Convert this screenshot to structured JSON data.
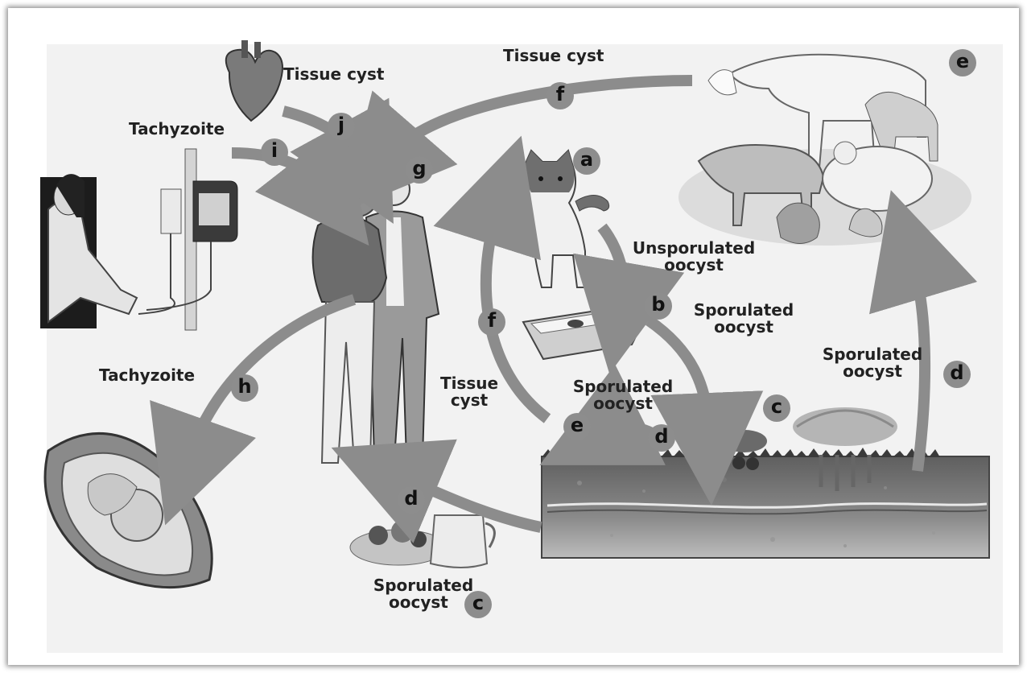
{
  "labels": {
    "tissue_cyst_heart": "Tissue cyst",
    "tissue_cyst_top": "Tissue cyst",
    "tachyzoite_transfusion": "Tachyzoite",
    "tachyzoite_fetus": "Tachyzoite",
    "unsporulated_line1": "Unsporulated",
    "unsporulated_line2": "oocyst",
    "sporulated_b_line1": "Sporulated",
    "sporulated_b_line2": "oocyst",
    "sporulated_right_line1": "Sporulated",
    "sporulated_right_line2": "oocyst",
    "sporulated_mid_line1": "Sporulated",
    "sporulated_mid_line2": "oocyst",
    "tissue_cyst_mid_line1": "Tissue",
    "tissue_cyst_mid_line2": "cyst",
    "sporulated_bottom_line1": "Sporulated",
    "sporulated_bottom_line2": "oocyst"
  },
  "badges": {
    "a": "a",
    "b": "b",
    "c_soil": "c",
    "c_food": "c",
    "d_right": "d",
    "d_mid": "d",
    "d_food": "d",
    "e_animals": "e",
    "e_rodent": "e",
    "f_top": "f",
    "f_mid": "f",
    "g": "g",
    "h": "h",
    "i": "i",
    "j": "j"
  },
  "colors": {
    "arrow": "#8c8c8c",
    "badge": "#8d8d8d",
    "panel": "#f2f2f2"
  }
}
